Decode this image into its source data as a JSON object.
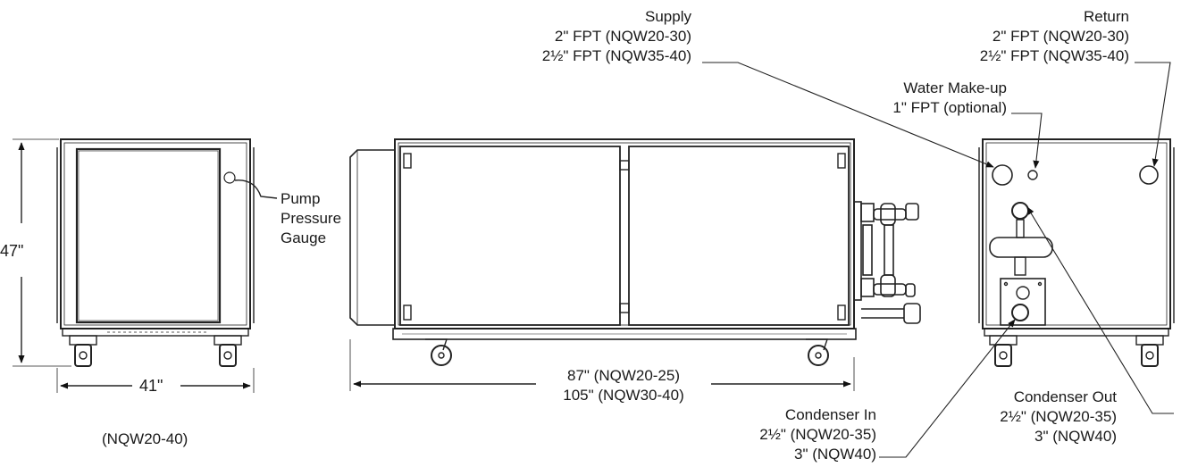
{
  "labels": {
    "supply": {
      "title": "Supply",
      "line1": "2\" FPT (NQW20-30)",
      "line2": "2½\" FPT (NQW35-40)"
    },
    "return": {
      "title": "Return",
      "line1": "2\" FPT (NQW20-30)",
      "line2": "2½\" FPT (NQW35-40)"
    },
    "water_makeup": {
      "title": "Water Make-up",
      "line1": "1\" FPT (optional)"
    },
    "pump_gauge": {
      "line1": "Pump",
      "line2": "Pressure",
      "line3": "Gauge"
    },
    "condenser_in": {
      "title": "Condenser In",
      "line1": "2½\" (NQW20-35)",
      "line2": "3\" (NQW40)"
    },
    "condenser_out": {
      "title": "Condenser Out",
      "line1": "2½\" (NQW20-35)",
      "line2": "3\" (NQW40)"
    }
  },
  "dimensions": {
    "height": "47\"",
    "width": "41\"",
    "length_line1": "87\" (NQW20-25)",
    "length_line2": "105\" (NQW30-40)"
  },
  "model_note": "(NQW20-40)"
}
